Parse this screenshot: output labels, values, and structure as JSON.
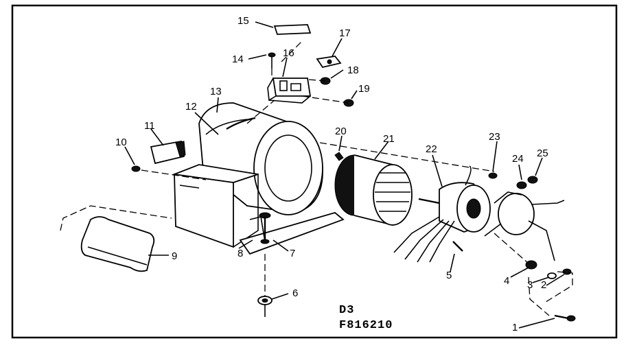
{
  "diagram": {
    "code_line1": "D3",
    "code_line2": "F816210",
    "callouts": {
      "c1": "1",
      "c2": "2",
      "c3": "3",
      "c4": "4",
      "c5": "5",
      "c6": "6",
      "c7": "7",
      "c8": "8",
      "c9": "9",
      "c10": "10",
      "c11": "11",
      "c12": "12",
      "c13": "13",
      "c14": "14",
      "c15": "15",
      "c16": "16",
      "c17": "17",
      "c18": "18",
      "c19": "19",
      "c20": "20",
      "c21": "21",
      "c22": "22",
      "c23": "23",
      "c24": "24",
      "c25": "25"
    }
  }
}
